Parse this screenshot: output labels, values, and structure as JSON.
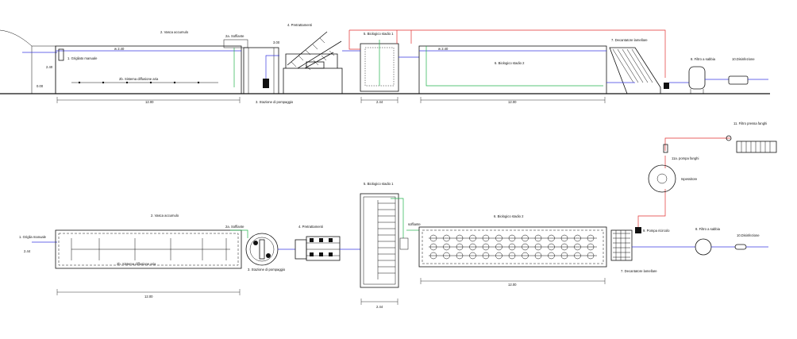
{
  "section": {
    "labels": {
      "grigliato": "1. Grigliato manuale",
      "vasca": "2. Vasca accumulo",
      "soffiante": "2a. Soffiante",
      "sistema_diffusione": "2b. Sistema diffusione aria",
      "stazione_pompaggio": "3. Stazione di pompaggio",
      "pretrattamenti": "4. Pretrattamenti",
      "biologico1": "5. Biologico stadio 1",
      "biologico2": "6. Biologico stadio 2",
      "decantatore": "7. Decantatore lamellare",
      "filtro": "8. Filtro a sabbia",
      "disinfezione": "10.Disinfezione"
    },
    "levels": {
      "wl_vasca": "w 2.40",
      "wl_bio2": "w 2.40",
      "h_left": "2.40",
      "h_zero": "0.00",
      "h_pre": "3.00"
    },
    "dimensions": {
      "vasca": "12.00",
      "bio1": "2.44",
      "bio2": "12.00"
    }
  },
  "plan": {
    "labels": {
      "grigliato": "1. Griglia manuale",
      "vasca": "2. Vasca accumulo",
      "soffiante": "2a. Soffiante",
      "sistema_diffusione": "2b. Sistema diffusione aria",
      "stazione_pompaggio": "3. Stazione di pompaggio",
      "pretrattamenti": "4. Pretrattamenti",
      "biologico1": "5. Biologico stadio 1",
      "soffiante_bio": "soffiante",
      "biologico2": "6. Biologico stadio 2",
      "pompa_ricircolo": "9. Pompa ricircolo",
      "decantatore": "7. Decantatore lamellare",
      "filtro": "8. Filtro a sabbia",
      "disinfezione": "10.Disinfezione",
      "pompa_fanghi": "11a. pompa fanghi",
      "ispessitore": "Ispessitore",
      "filtro_pressa": "11. Filtro pressa fanghi",
      "dim_width": "2.44"
    },
    "dimensions": {
      "vasca": "12.00",
      "bio1": "2.44",
      "bio2": "12.00"
    }
  },
  "colors": {
    "water": "#3a3ae0",
    "air": "#22b14c",
    "sludge": "#e23030",
    "lines": "#111111"
  }
}
